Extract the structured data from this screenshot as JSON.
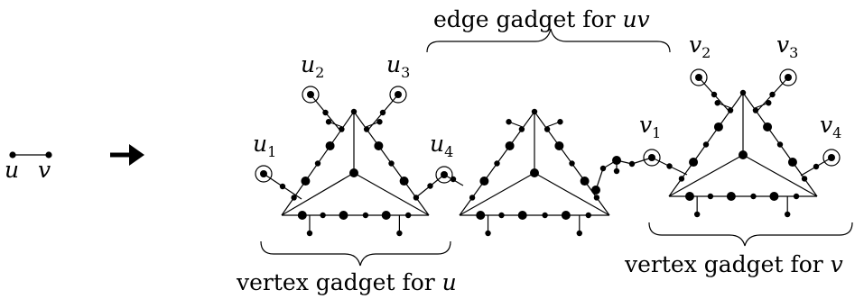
{
  "labels": {
    "input_u": "u",
    "input_v": "v",
    "u1": "u",
    "u1_sub": "1",
    "u2": "u",
    "u2_sub": "2",
    "u3": "u",
    "u3_sub": "3",
    "u4": "u",
    "u4_sub": "4",
    "v1": "v",
    "v1_sub": "1",
    "v2": "v",
    "v2_sub": "2",
    "v3": "v",
    "v3_sub": "3",
    "v4": "v",
    "v4_sub": "4"
  },
  "captions": {
    "edge_gadget_prefix": "edge gadget for ",
    "edge_gadget_var": "uv",
    "vertex_gadget_u_prefix": "vertex gadget for ",
    "vertex_gadget_u_var": "u",
    "vertex_gadget_v_prefix": "vertex gadget for ",
    "vertex_gadget_v_var": "v"
  }
}
